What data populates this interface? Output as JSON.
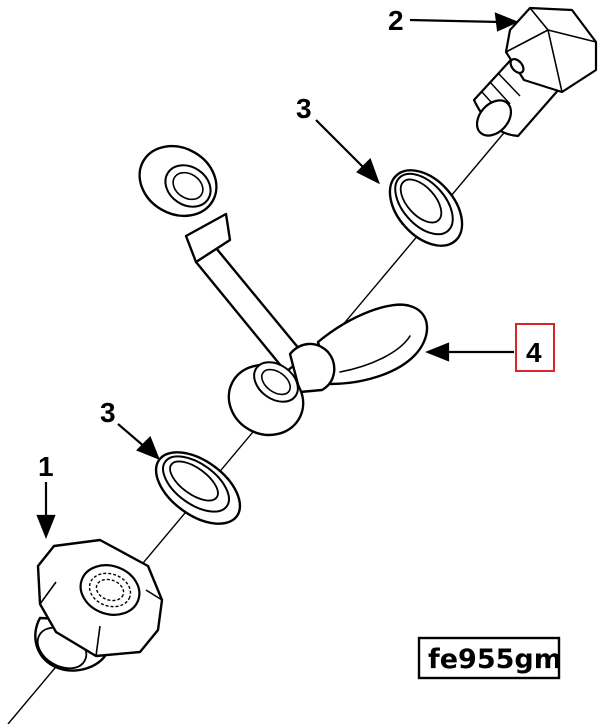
{
  "diagram": {
    "callouts": {
      "c1": "1",
      "c2": "2",
      "c3a": "3",
      "c3b": "3",
      "c4": "4"
    },
    "reference_code": "fe955gm"
  },
  "colors": {
    "line": "#000000",
    "highlight_box": "#d9262b",
    "background": "#ffffff"
  }
}
